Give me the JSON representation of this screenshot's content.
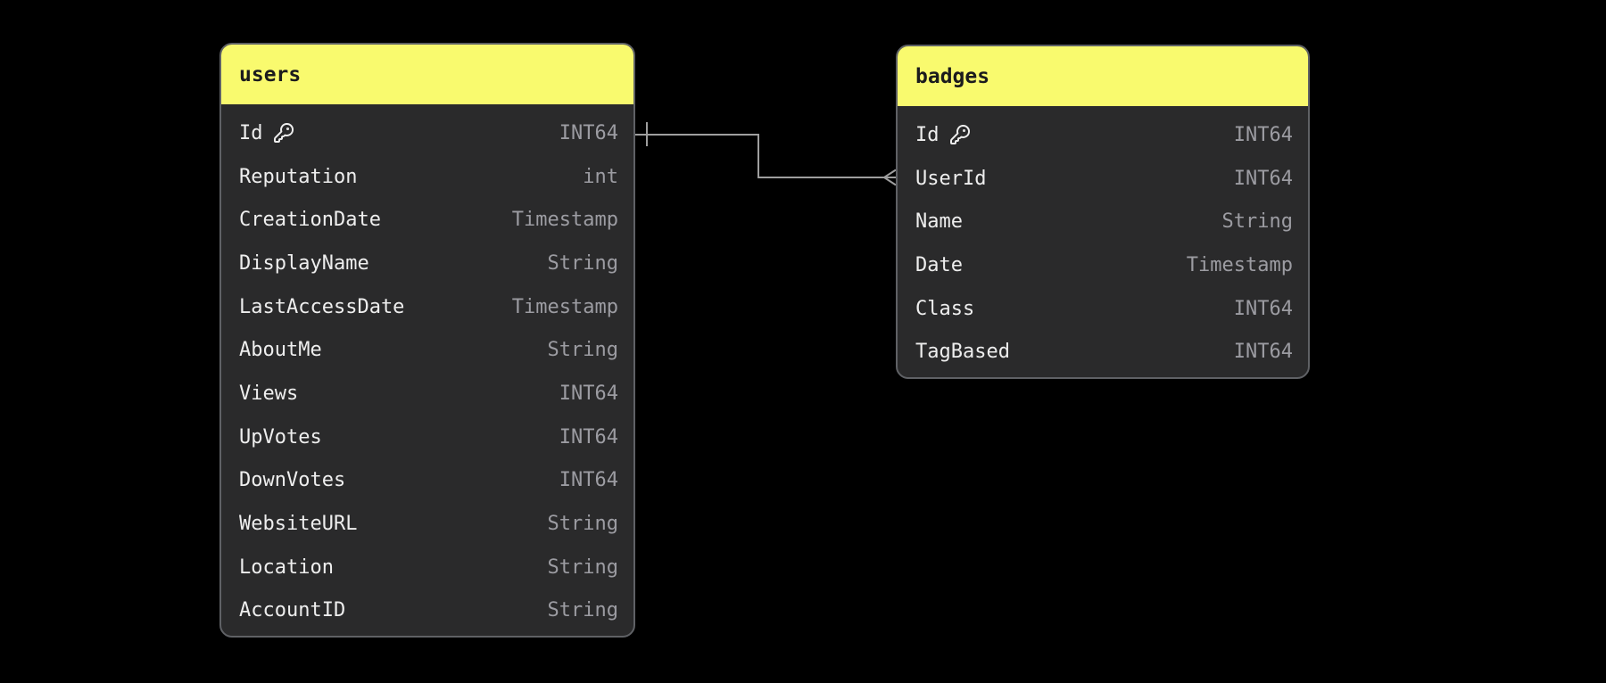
{
  "diagram": {
    "canvas_background": "#000000",
    "table_header_color": "#f9fa6e",
    "table_body_color": "#2a2a2b",
    "table_border_color": "#5f6165",
    "field_name_color": "#eeeeee",
    "field_type_color": "#9c9ca2",
    "relationship_line_color": "#9e9e9e",
    "tables": [
      {
        "name": "users",
        "fields": [
          {
            "name": "Id",
            "type": "INT64",
            "primary_key": true,
            "icon": "key-icon"
          },
          {
            "name": "Reputation",
            "type": "int",
            "primary_key": false
          },
          {
            "name": "CreationDate",
            "type": "Timestamp",
            "primary_key": false
          },
          {
            "name": "DisplayName",
            "type": "String",
            "primary_key": false
          },
          {
            "name": "LastAccessDate",
            "type": "Timestamp",
            "primary_key": false
          },
          {
            "name": "AboutMe",
            "type": "String",
            "primary_key": false
          },
          {
            "name": "Views",
            "type": "INT64",
            "primary_key": false
          },
          {
            "name": "UpVotes",
            "type": "INT64",
            "primary_key": false
          },
          {
            "name": "DownVotes",
            "type": "INT64",
            "primary_key": false
          },
          {
            "name": "WebsiteURL",
            "type": "String",
            "primary_key": false
          },
          {
            "name": "Location",
            "type": "String",
            "primary_key": false
          },
          {
            "name": "AccountID",
            "type": "String",
            "primary_key": false
          }
        ]
      },
      {
        "name": "badges",
        "fields": [
          {
            "name": "Id",
            "type": "INT64",
            "primary_key": true,
            "icon": "key-icon"
          },
          {
            "name": "UserId",
            "type": "INT64",
            "primary_key": false
          },
          {
            "name": "Name",
            "type": "String",
            "primary_key": false
          },
          {
            "name": "Date",
            "type": "Timestamp",
            "primary_key": false
          },
          {
            "name": "Class",
            "type": "INT64",
            "primary_key": false
          },
          {
            "name": "TagBased",
            "type": "INT64",
            "primary_key": false
          }
        ]
      }
    ],
    "relationships": [
      {
        "from_table": "users",
        "from_field": "Id",
        "to_table": "badges",
        "to_field": "UserId",
        "cardinality": "one-to-many"
      }
    ]
  }
}
